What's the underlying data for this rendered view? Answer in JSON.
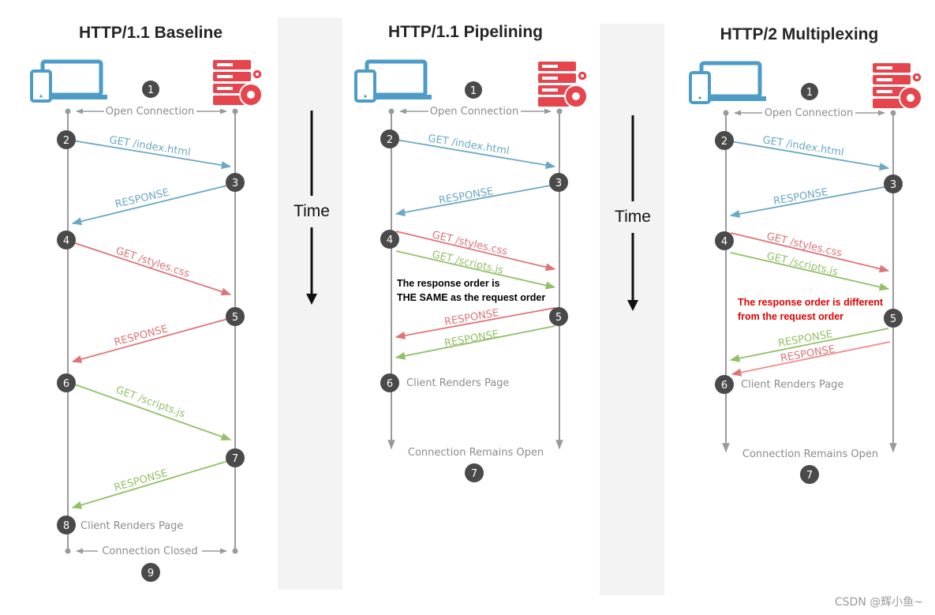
{
  "panels": [
    {
      "title": "HTTP/1.1 Baseline",
      "open_connection": "Open Connection",
      "step1": "1",
      "messages": [
        {
          "text": "GET /index.html",
          "color": "#6aa8c4"
        },
        {
          "text": "RESPONSE",
          "color": "#6aa8c4"
        },
        {
          "text": "GET /styles.css",
          "color": "#e07377"
        },
        {
          "text": "RESPONSE",
          "color": "#e07377"
        },
        {
          "text": "GET /scripts.js",
          "color": "#92c068"
        },
        {
          "text": "RESPONSE",
          "color": "#92c068"
        }
      ],
      "steps": [
        "2",
        "3",
        "4",
        "5",
        "6",
        "7",
        "8",
        "9"
      ],
      "client_renders": "Client Renders Page",
      "connection_end": "Connection Closed"
    },
    {
      "title": "HTTP/1.1 Pipelining",
      "open_connection": "Open Connection",
      "step1": "1",
      "messages": [
        {
          "text": "GET /index.html",
          "color": "#6aa8c4"
        },
        {
          "text": "RESPONSE",
          "color": "#6aa8c4"
        },
        {
          "text": "GET /styles.css",
          "color": "#e07377"
        },
        {
          "text": "GET /scripts.js",
          "color": "#92c068"
        },
        {
          "text": "RESPONSE",
          "color": "#e07377"
        },
        {
          "text": "RESPONSE",
          "color": "#92c068"
        }
      ],
      "steps": [
        "2",
        "3",
        "4",
        "5",
        "6",
        "7"
      ],
      "note_line1": "The response order is",
      "note_line2": "THE SAME as the request order",
      "note_color": "#000000",
      "client_renders": "Client Renders Page",
      "connection_end": "Connection Remains Open"
    },
    {
      "title": "HTTP/2 Multiplexing",
      "open_connection": "Open Connection",
      "step1": "1",
      "messages": [
        {
          "text": "GET /index.html",
          "color": "#6aa8c4"
        },
        {
          "text": "RESPONSE",
          "color": "#6aa8c4"
        },
        {
          "text": "GET /styles.css",
          "color": "#e07377"
        },
        {
          "text": "GET /scripts.js",
          "color": "#92c068"
        },
        {
          "text": "RESPONSE",
          "color": "#92c068"
        },
        {
          "text": "RESPONSE",
          "color": "#e07377"
        }
      ],
      "steps": [
        "2",
        "3",
        "4",
        "5",
        "6",
        "7"
      ],
      "note_line1": "The response order is different",
      "note_line2": "from the request order",
      "note_color": "#e00000",
      "client_renders": "Client Renders Page",
      "connection_end": "Connection Remains Open"
    }
  ],
  "time_label": "Time",
  "watermark": "CSDN @辉小鱼~",
  "colors": {
    "line": "#9a9a9a",
    "circle": "#4a4a4a",
    "client_icon": "#4d9cc7",
    "server_icon": "#e6454d",
    "band": "#f3f3f3"
  }
}
